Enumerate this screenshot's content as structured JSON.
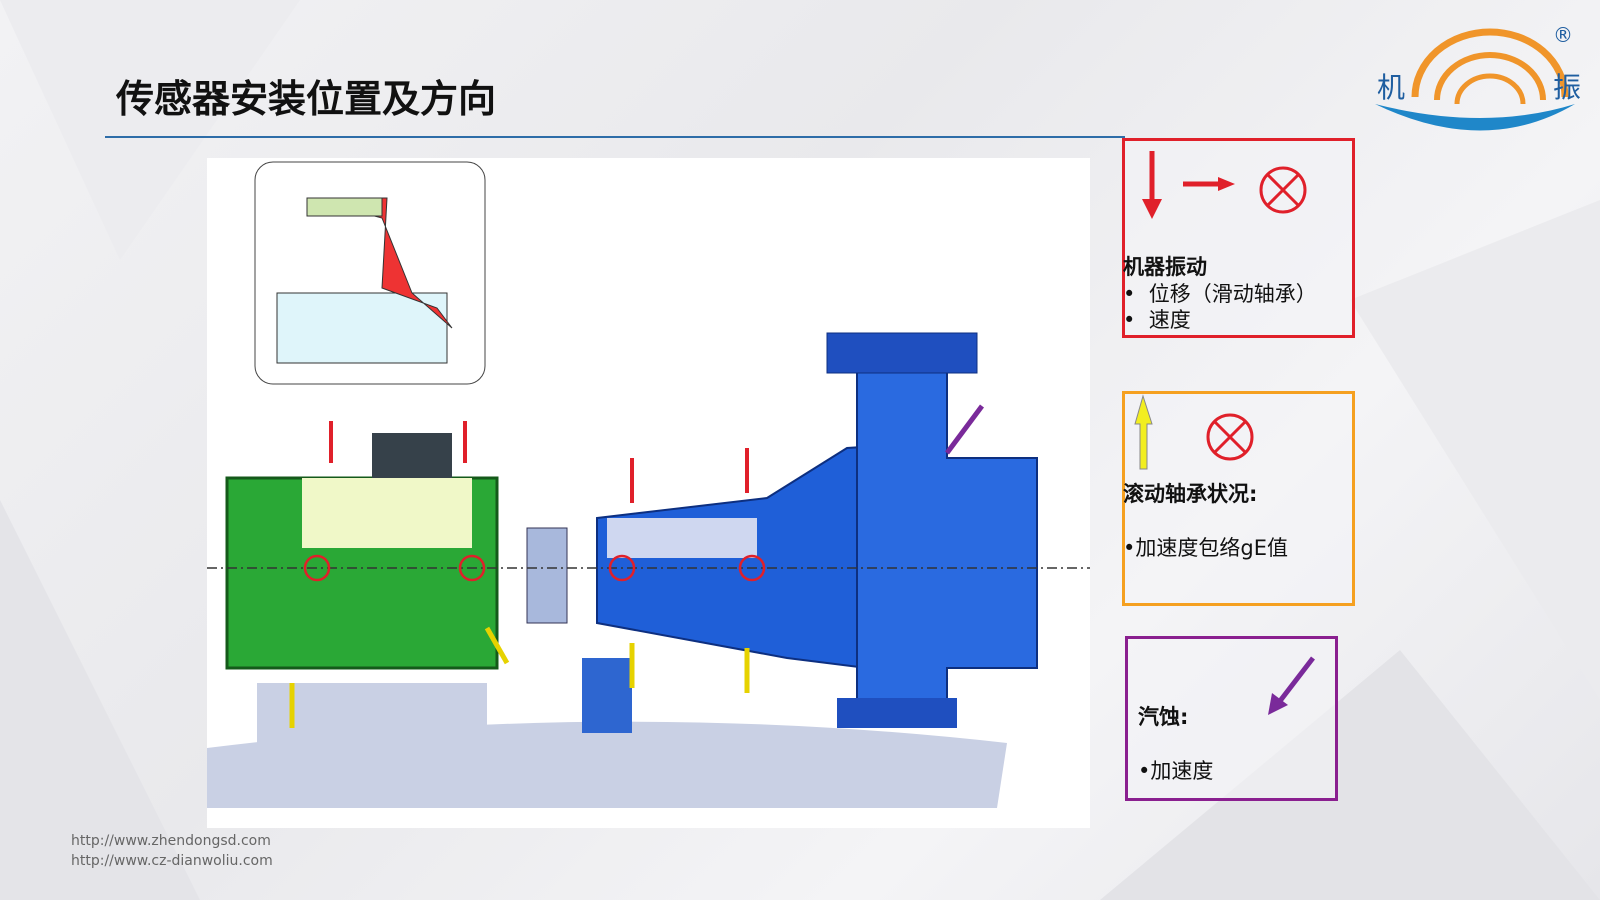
{
  "title": "传感器安装位置及方向",
  "logo": {
    "left_char": "机",
    "right_char": "振",
    "registered": "®"
  },
  "legend": {
    "machine_vibration": {
      "heading": "机器振动",
      "items": [
        "位移（滑动轴承）",
        "速度"
      ]
    },
    "rolling_bearing": {
      "heading": "滚动轴承状况:",
      "items": [
        "加速度包络gE值"
      ]
    },
    "cavitation": {
      "heading": "汽蚀:",
      "items": [
        "加速度"
      ]
    }
  },
  "footer": {
    "urls": [
      "http://www.zhendongsd.com",
      "http://www.cz-dianwoliu.com"
    ]
  },
  "colors": {
    "red": "#e0202a",
    "orange": "#f5a020",
    "purple": "#8a1f8f",
    "blue": "#2e6da8"
  }
}
